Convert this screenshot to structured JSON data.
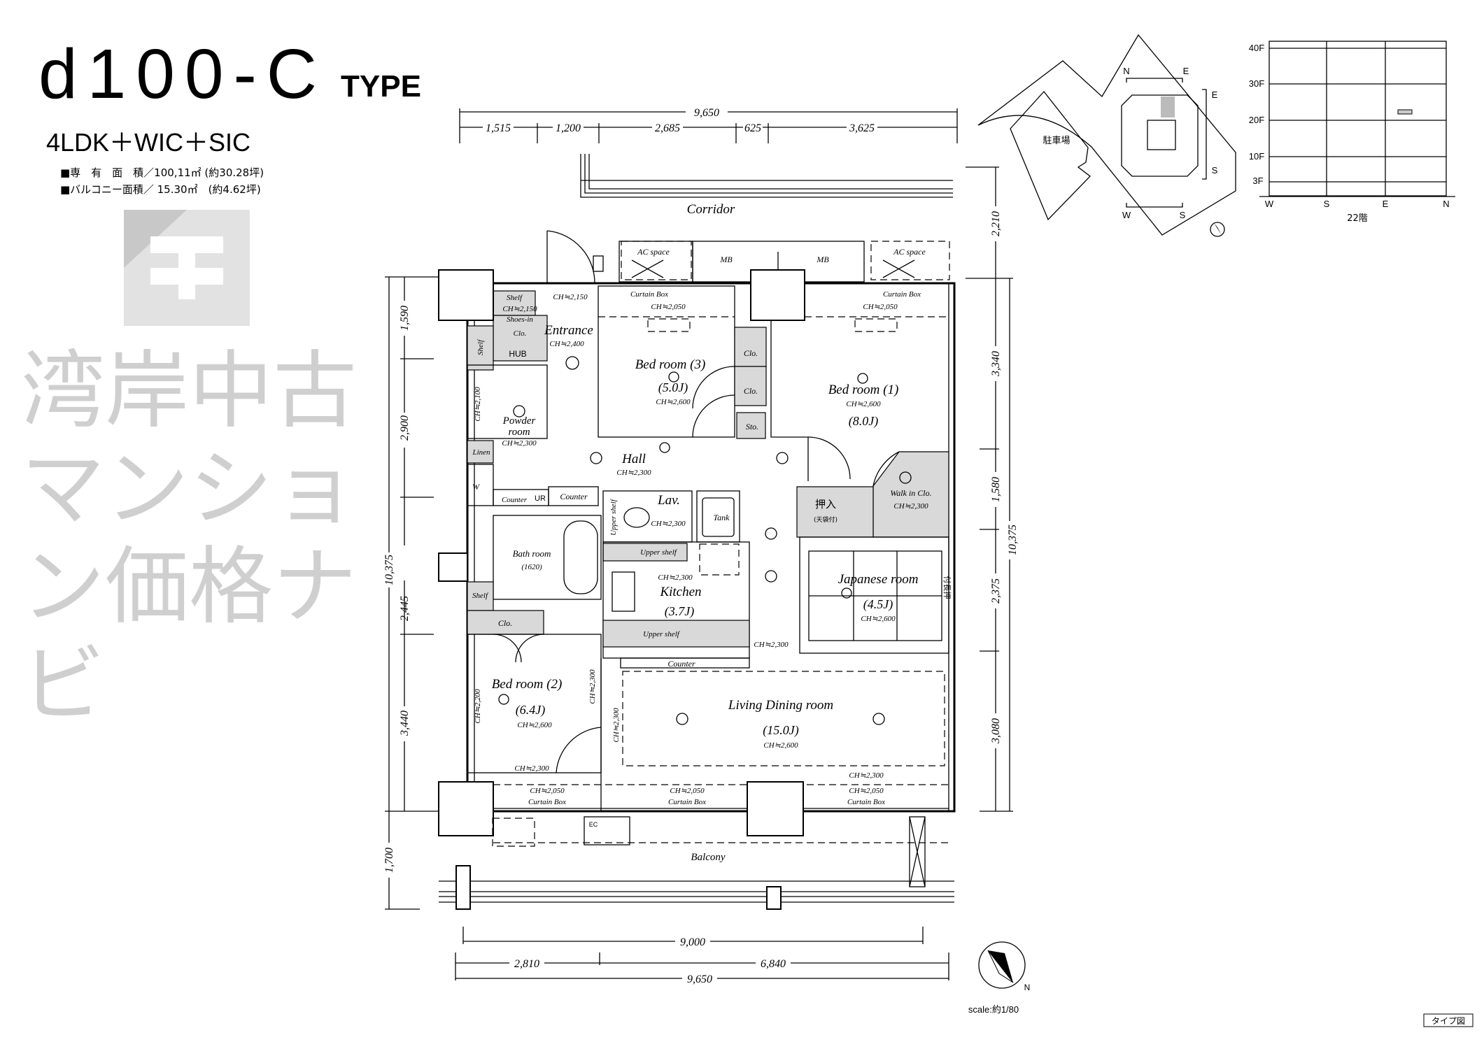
{
  "header": {
    "title": "d100-C",
    "type_suffix": "TYPE",
    "layout": "4LDK＋WIC＋SIC",
    "area_private": "■専　有　面　積／100,11㎡ (約30.28坪)",
    "area_balcony": "■バルコニー面積／ 15.30㎡　(約4.62坪)"
  },
  "dimensions": {
    "top_total": "9,650",
    "top_segments": [
      "1,515",
      "1,200",
      "2,685",
      "625",
      "3,625"
    ],
    "corridor_depth": "2,210",
    "left_total": "10,375",
    "left_segments": [
      "1,590",
      "2,900",
      "2,445",
      "3,440"
    ],
    "left_balcony": "1,700",
    "right_total": "10,375",
    "right_segments": [
      "3,340",
      "1,580",
      "2,375",
      "3,080"
    ],
    "bottom_inner": "9,000",
    "bottom_segments": [
      "2,810",
      "6,840"
    ],
    "bottom_total": "9,650"
  },
  "rooms": [
    {
      "name": "Entrance",
      "ch": "CH≒2,400"
    },
    {
      "name": "Bed room (3)",
      "size": "(5.0J)",
      "ch": "CH≒2,600"
    },
    {
      "name": "Bed room (1)",
      "size": "(8.0J)",
      "ch": "CH≒2,600"
    },
    {
      "name": "Powder",
      "name2": "room",
      "ch": "CH≒2,300"
    },
    {
      "name": "Hall",
      "ch": "CH≒2,300"
    },
    {
      "name": "Lav.",
      "ch": "CH≒2,300"
    },
    {
      "name": "Kitchen",
      "size": "(3.7J)",
      "ch": "CH≒2,300"
    },
    {
      "name": "Japanese room",
      "size": "(4.5J)",
      "ch": "CH≒2,600"
    },
    {
      "name": "Bath room",
      "size": "(1620)"
    },
    {
      "name": "Bed room (2)",
      "size": "(6.4J)",
      "ch": "CH≒2,600"
    },
    {
      "name": "Living Dining room",
      "size": "(15.0J)",
      "ch": "CH≒2,600"
    },
    {
      "name": "Walk in Clo.",
      "ch": "CH≒2,300"
    },
    {
      "name": "押入",
      "size": "(天袋付)"
    },
    {
      "name": "Balcony"
    },
    {
      "name": "Corridor"
    }
  ],
  "annotations": [
    "AC space",
    "MB",
    "MB",
    "AC space",
    "Curtain Box",
    "CH≒2,050",
    "Curtain Box",
    "CH≒2,050",
    "CH≒2,150",
    "Shelf",
    "CH≒2,150",
    "Shoes-in",
    "Clo.",
    "HUB",
    "Shelf",
    "Clo.",
    "Clo.",
    "Sto.",
    "CH≒2,100",
    "Linen",
    "W",
    "Counter",
    "UR",
    "Counter",
    "Upper shelf",
    "Tank",
    "Upper shelf",
    "Upper shelf",
    "Counter",
    "CH≒2,300",
    "付長押",
    "Shelf",
    "Clo.",
    "CH≒2,200",
    "CH≒2,300",
    "CH≒2,300",
    "CH≒2,300",
    "CH≒2,300",
    "CH≒2,050",
    "Curtain Box",
    "CH≒2,050",
    "Curtain Box",
    "CH≒2,050",
    "Curtain Box",
    "EC"
  ],
  "site_plan": {
    "parking": "駐車場",
    "directions": [
      "N",
      "E",
      "E",
      "S",
      "W",
      "S"
    ]
  },
  "floor_chart": {
    "floors": [
      "40F",
      "30F",
      "20F",
      "10F",
      "3F"
    ],
    "directions": [
      "W",
      "S",
      "E",
      "N"
    ],
    "current_floor": "22階"
  },
  "compass": {
    "north": "N"
  },
  "scale": "scale:約1/80",
  "type_tag": "タイプ図",
  "watermark": "湾岸中古マンション価格ナビ"
}
